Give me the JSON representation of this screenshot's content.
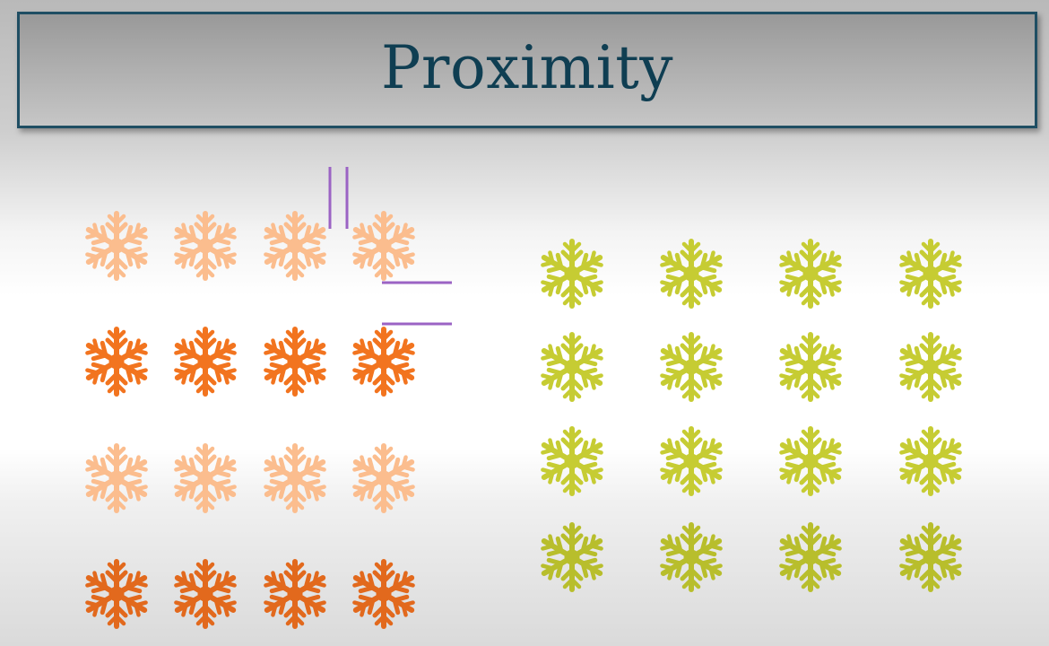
{
  "slide": {
    "title": "Proximity"
  },
  "left_group": {
    "rows": 4,
    "cols": 4,
    "row_colors": [
      "#fbbd8e",
      "#f2741f",
      "#fbbd8e",
      "#e2691d"
    ],
    "icon": "snowflake-icon"
  },
  "right_group": {
    "rows": 4,
    "cols": 4,
    "row_colors": [
      "#c6cc33",
      "#c6cc33",
      "#c6cc33",
      "#b8be2c"
    ],
    "icon": "snowflake-icon"
  },
  "annotation_color": "#9b63c4"
}
